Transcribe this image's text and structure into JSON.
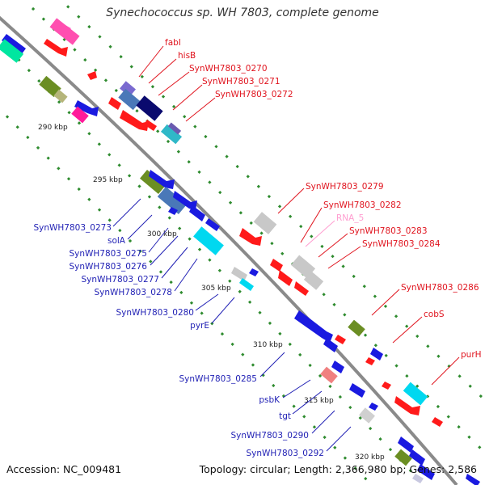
{
  "title": "Synechococcus sp. WH 7803, complete genome",
  "accession": "Accession: NC_009481",
  "topology": "Topology: circular; Length: 2,366,980 bp; Genes: 2,586",
  "colors": {
    "forward_label": "#e0141e",
    "reverse_label": "#1f1fb4",
    "rna_label": "#ff9ed0",
    "backbone": "#888888",
    "tick": "#2e8b2e"
  },
  "ticks": [
    {
      "label": "290 kbp"
    },
    {
      "label": "295 kbp"
    },
    {
      "label": "300 kbp"
    },
    {
      "label": "305 kbp"
    },
    {
      "label": "310 kbp"
    },
    {
      "label": "315 kbp"
    },
    {
      "label": "320 kbp"
    }
  ],
  "forward_labels": [
    {
      "text": "fabI"
    },
    {
      "text": "hisB"
    },
    {
      "text": "SynWH7803_0270"
    },
    {
      "text": "SynWH7803_0271"
    },
    {
      "text": "SynWH7803_0272"
    },
    {
      "text": "SynWH7803_0279"
    },
    {
      "text": "SynWH7803_0282"
    },
    {
      "text": "RNA_5"
    },
    {
      "text": "SynWH7803_0283"
    },
    {
      "text": "SynWH7803_0284"
    },
    {
      "text": "SynWH7803_0286"
    },
    {
      "text": "cobS"
    },
    {
      "text": "purH"
    }
  ],
  "reverse_labels": [
    {
      "text": "SynWH7803_0273"
    },
    {
      "text": "solA"
    },
    {
      "text": "SynWH7803_0275"
    },
    {
      "text": "SynWH7803_0276"
    },
    {
      "text": "SynWH7803_0277"
    },
    {
      "text": "SynWH7803_0278"
    },
    {
      "text": "SynWH7803_0280"
    },
    {
      "text": "pyrE"
    },
    {
      "text": "SynWH7803_0285"
    },
    {
      "text": "psbK"
    },
    {
      "text": "tgt"
    },
    {
      "text": "SynWH7803_0290"
    },
    {
      "text": "SynWH7803_0292"
    }
  ]
}
